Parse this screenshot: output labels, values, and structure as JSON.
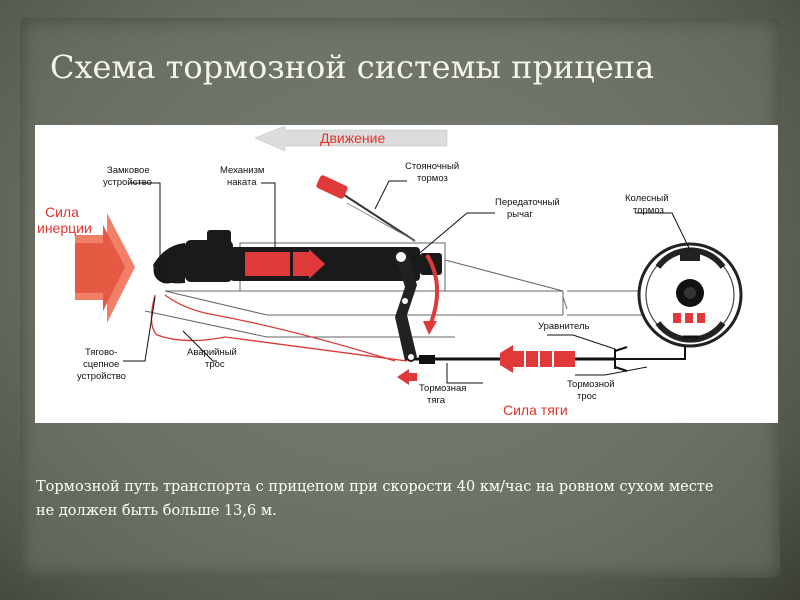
{
  "slide": {
    "title": "Схема тормозной системы прицепа",
    "caption": "Тормозной путь транспорта с прицепом при скорости 40 км/час на ровном сухом месте не должен быть больше 13,6 м."
  },
  "diagram": {
    "motion_label": "Движение",
    "inertia_force": [
      "Сила",
      "инерции"
    ],
    "traction_force": "Сила тяги",
    "labels": {
      "lock_device": [
        "Замковое",
        "устройство"
      ],
      "run_on_mechanism": [
        "Механизм",
        "наката"
      ],
      "parking_brake": [
        "Стояночный",
        "тормоз"
      ],
      "transfer_lever": [
        "Передаточный",
        "рычаг"
      ],
      "wheel_brake": [
        "Колесный",
        "тормоз"
      ],
      "coupling_device": [
        "Тягово-",
        "сцепное",
        "устройство"
      ],
      "emergency_cable": [
        "Аварийный",
        "трос"
      ],
      "equalizer": [
        "Уравнитель"
      ],
      "brake_rod": [
        "Тормозная",
        "тяга"
      ],
      "brake_cable": [
        "Тормозной",
        "трос"
      ]
    },
    "colors": {
      "accent": "#e4342e",
      "motion_arrow": "#dcdcdc",
      "lines": "#111111"
    }
  }
}
